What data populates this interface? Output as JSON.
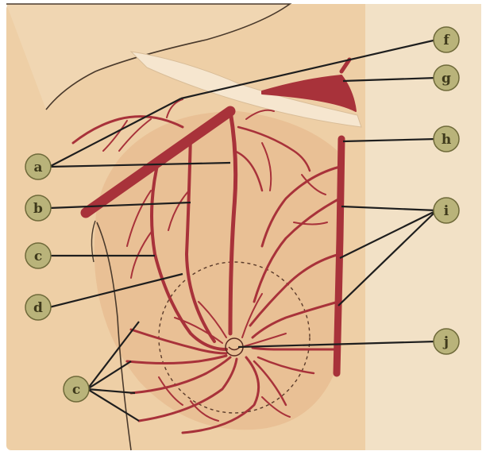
{
  "labels": {
    "a": "a",
    "b": "b",
    "c_upper": "c",
    "d": "d",
    "c_lower": "c",
    "f": "f",
    "g": "g",
    "h": "h",
    "i": "i",
    "j": "j"
  },
  "colors": {
    "skin": "#edcda5",
    "skin_shadow": "#d9a97a",
    "background_panel": "#f3dfc2",
    "vessel": "#a8323a",
    "vessel_dark": "#8e2a30",
    "marker_fill": "#b9b37a",
    "marker_stroke": "#6f6a3a",
    "leader_line": "#1e1e1e",
    "outline": "#4a3a2c"
  }
}
